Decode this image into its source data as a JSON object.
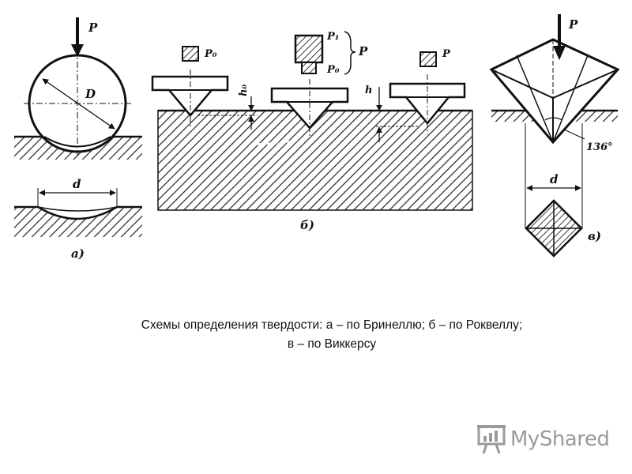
{
  "diagram": {
    "labels": {
      "a_force": "P",
      "a_diameter": "D",
      "a_imprint": "d",
      "a_caption": "а)",
      "b_p0_left": "P₀",
      "b_p1": "P₁",
      "b_p0_mid": "P₀",
      "b_p_total": "P",
      "b_p_right": "P",
      "b_h0": "h₀",
      "b_h": "h",
      "b_caption": "б)",
      "c_force": "P",
      "c_angle": "136°",
      "c_diag": "d",
      "c_caption": "в)"
    }
  },
  "caption": {
    "line1": "Схемы определения твердости: а – по Бринеллю; б – по Роквеллу;",
    "line2": "в – по Виккерсу"
  },
  "logo": {
    "text": "MyShared",
    "color": "#9a9a9a"
  }
}
